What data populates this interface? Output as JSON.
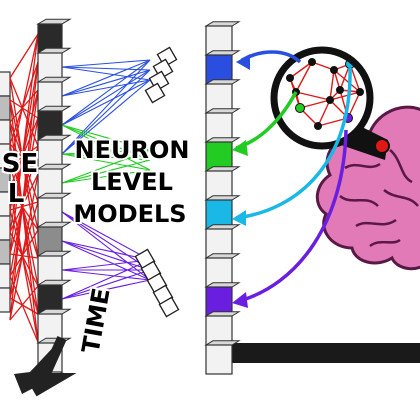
{
  "diagram": {
    "center_label_lines": [
      "NEURON",
      "LEVEL",
      "MODELS"
    ],
    "left_label_lines": [
      "SE",
      "L"
    ],
    "time_label": "TIME",
    "colors": {
      "connections_red": "#e01818",
      "blue": "#2a4fe0",
      "green": "#22cc22",
      "cyan": "#1ab8e6",
      "violet": "#6a1fe0",
      "brain_pink": "#e27ab8",
      "brain_outline": "#5a1846",
      "cell_dark": "#2a2a2a",
      "cell_light": "#f2f2f2",
      "cell_mid": "#8c8c8c"
    },
    "icons": [
      "brain-icon",
      "magnifier-lens-icon",
      "time-arrow-icon"
    ]
  }
}
